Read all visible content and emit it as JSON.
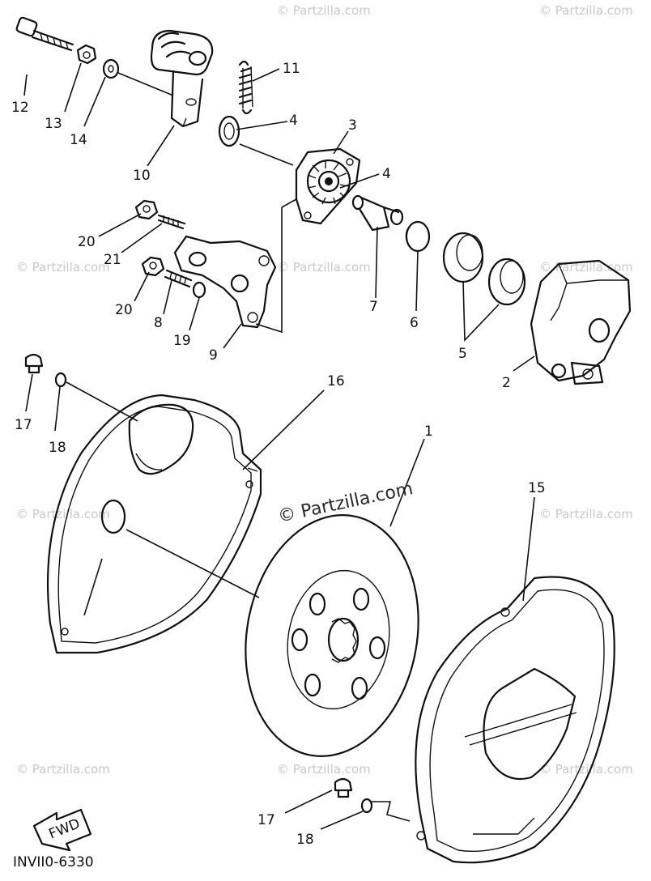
{
  "diagram": {
    "drawing_code": "INVII0-6330",
    "watermarks": {
      "center": "© Partzilla.com",
      "repeat": "© Partzilla.com"
    },
    "fwd_label": "FWD",
    "callouts": [
      {
        "id": "c12",
        "text": "12"
      },
      {
        "id": "c13",
        "text": "13"
      },
      {
        "id": "c14",
        "text": "14"
      },
      {
        "id": "c10",
        "text": "10"
      },
      {
        "id": "c11",
        "text": "11"
      },
      {
        "id": "c4a",
        "text": "4"
      },
      {
        "id": "c3",
        "text": "3"
      },
      {
        "id": "c4b",
        "text": "4"
      },
      {
        "id": "c20a",
        "text": "20"
      },
      {
        "id": "c21",
        "text": "21"
      },
      {
        "id": "c20b",
        "text": "20"
      },
      {
        "id": "c8",
        "text": "8"
      },
      {
        "id": "c19",
        "text": "19"
      },
      {
        "id": "c9",
        "text": "9"
      },
      {
        "id": "c7",
        "text": "7"
      },
      {
        "id": "c6",
        "text": "6"
      },
      {
        "id": "c5",
        "text": "5"
      },
      {
        "id": "c2",
        "text": "2"
      },
      {
        "id": "c16",
        "text": "16"
      },
      {
        "id": "c1",
        "text": "1"
      },
      {
        "id": "c15",
        "text": "15"
      },
      {
        "id": "c17a",
        "text": "17"
      },
      {
        "id": "c18a",
        "text": "18"
      },
      {
        "id": "c17b",
        "text": "17"
      },
      {
        "id": "c18b",
        "text": "18"
      }
    ]
  }
}
